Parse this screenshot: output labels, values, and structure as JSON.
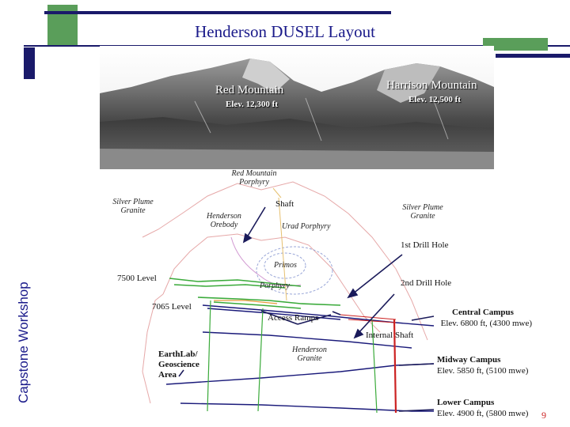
{
  "slide": {
    "title": "Henderson DUSEL Layout",
    "side_label": "Capstone Workshop",
    "page_number": "9"
  },
  "photo": {
    "red_mountain": "Red Mountain",
    "red_mountain_elev": "Elev. 12,300 ft",
    "harrison_mountain": "Harrison Mountain",
    "harrison_mountain_elev": "Elev. 12,500 ft"
  },
  "labels": {
    "red_mountain_porphyry_1": "Red Mountain",
    "red_mountain_porphyry_2": "Porphyry",
    "silver_plume_left_1": "Silver Plume",
    "silver_plume_left_2": "Granite",
    "henderson_orebody_1": "Henderson",
    "henderson_orebody_2": "Orebody",
    "shaft": "Shaft",
    "urad_porphyry": "Urad Porphyry",
    "silver_plume_right_1": "Silver Plume",
    "silver_plume_right_2": "Granite",
    "first_drill_hole": "1st Drill Hole",
    "primos": "Primos",
    "porphyry": "Porphyry",
    "level_7500": "7500 Level",
    "second_drill_hole": "2nd Drill Hole",
    "level_7065": "7065 Level",
    "access_ramps": "Access Ramps",
    "internal_shaft": "Internal Shaft",
    "henderson_granite_1": "Henderson",
    "henderson_granite_2": "Granite",
    "earthlab_1": "EarthLab/",
    "earthlab_2": "Geoscience",
    "earthlab_3": "Area"
  },
  "campuses": {
    "central_name": "Central Campus",
    "central_elev": "Elev. 6800 ft, (4300 mwe)",
    "midway_name": "Midway Campus",
    "midway_elev": "Elev. 5850 ft, (5100 mwe)",
    "lower_name": "Lower Campus",
    "lower_elev": "Elev. 4900 ft, (5800 mwe)"
  },
  "colors": {
    "title": "#1a1a8a",
    "accent_green": "#4a9a4a",
    "accent_navy": "#1a1a6a",
    "shaft_red": "#cc2222",
    "level_green": "#3aaa3a",
    "level_navy": "#1a1a7a"
  }
}
